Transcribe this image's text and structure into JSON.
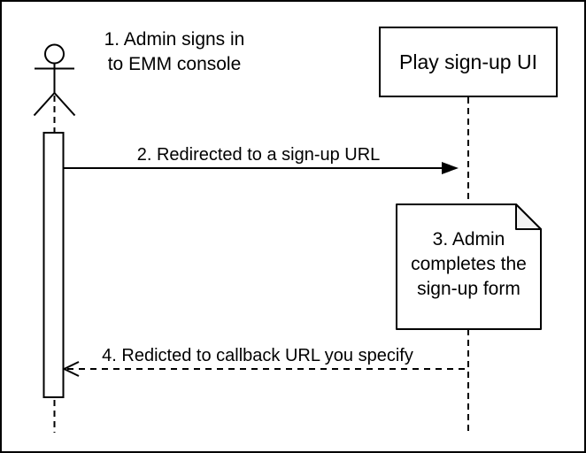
{
  "colors": {
    "line": "#000000",
    "background": "#ffffff",
    "note_fold_fill": "#f2f2f2"
  },
  "actor": {
    "lines": [
      "1. Admin signs in",
      "to EMM console"
    ]
  },
  "participant": {
    "label": "Play sign-up UI"
  },
  "messages": [
    {
      "label": "2. Redirected to a sign-up URL",
      "style": "solid",
      "direction": "right"
    },
    {
      "label": "4. Redicted to callback URL you specify",
      "style": "dashed",
      "direction": "left"
    }
  ],
  "note": {
    "lines": [
      "3. Admin",
      "completes the",
      "sign-up form"
    ]
  }
}
